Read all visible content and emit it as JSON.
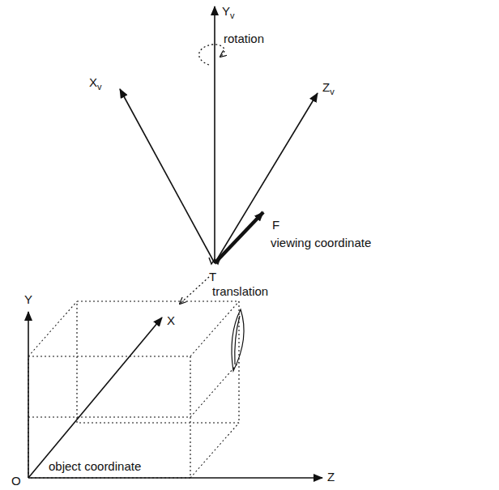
{
  "diagram": {
    "labels": [
      "Yv",
      "rotation",
      "Xv",
      "Zv",
      "F",
      "viewing coordinate",
      "T",
      "translation",
      "Y",
      "X",
      "O",
      "object coordinate",
      "Z"
    ]
  }
}
